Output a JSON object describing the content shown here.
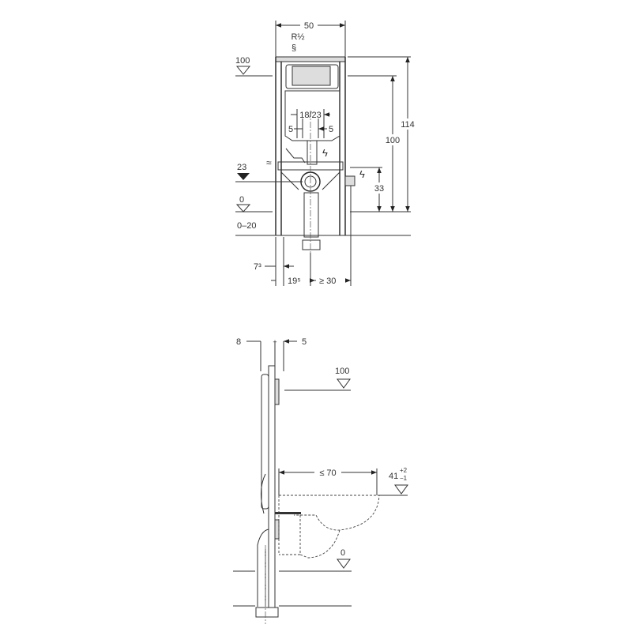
{
  "front_view": {
    "width_dim": "50",
    "thread": "R½",
    "level_top": "100",
    "level_23": "23",
    "level_0": "0",
    "floor_range": "0–20",
    "dim_114": "114",
    "dim_100": "100",
    "dim_33": "33",
    "dim_18_23": "18/23",
    "dim_5_left": "5",
    "dim_5_right": "5",
    "dim_7": "7³",
    "dim_19": "19⁵",
    "dim_30": "≥ 30"
  },
  "side_view": {
    "dim_8": "8",
    "dim_5": "5",
    "level_100": "100",
    "dim_70": "≤ 70",
    "level_41": "41",
    "tol_plus": "+2",
    "tol_minus": "−1",
    "level_0": "0"
  }
}
